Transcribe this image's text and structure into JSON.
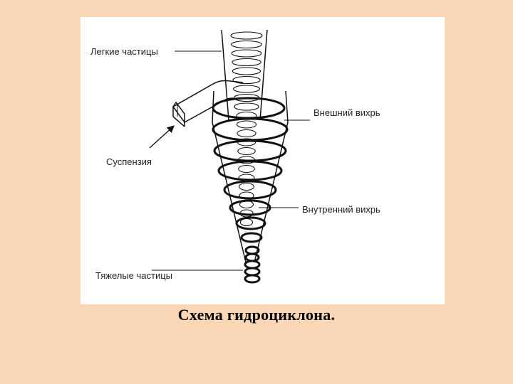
{
  "labels": {
    "light_particles": "Легкие частицы",
    "outer_vortex": "Внешний вихрь",
    "suspension": "Суспензия",
    "inner_vortex": "Внутренний вихрь",
    "heavy_particles": "Тяжелые частицы"
  },
  "caption": "Схема гидроциклона."
}
